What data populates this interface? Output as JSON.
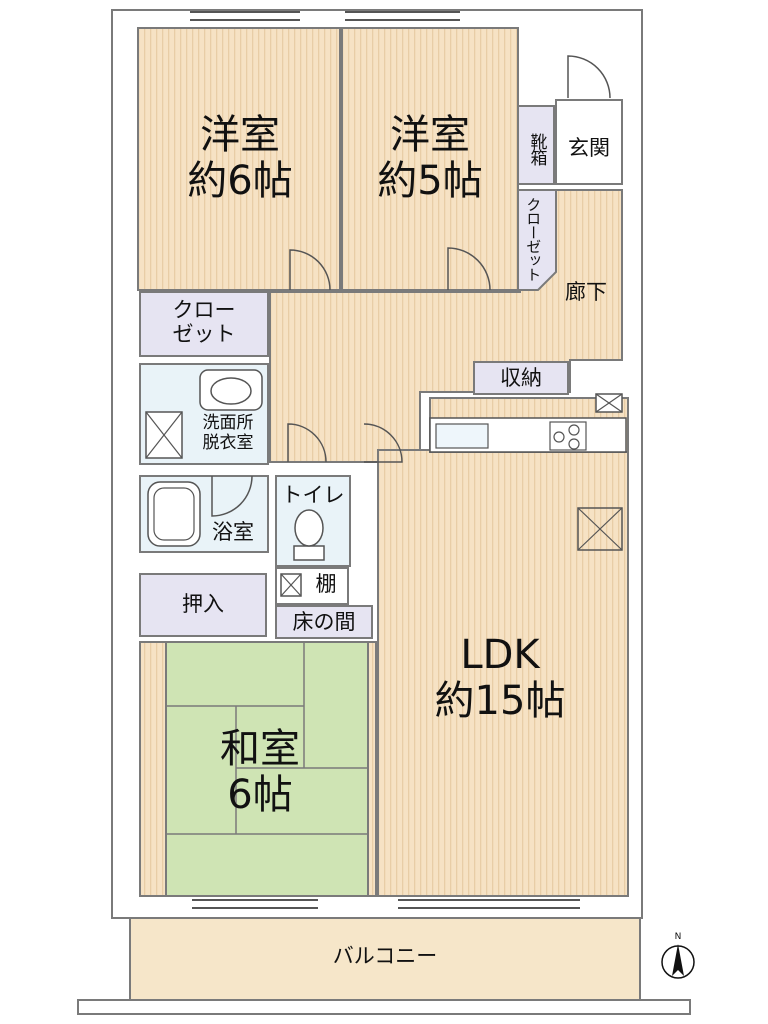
{
  "colors": {
    "wood": "#f6e2c4",
    "wood_stripe": "#e8cda6",
    "tatami": "#cfe4b4",
    "closet": "#e6e4f2",
    "wet": "#e9f3f8",
    "wall": "#7a7a7a",
    "balcony": "#f6e6c9"
  },
  "rooms": {
    "western1": "洋室\n約6帖",
    "western2": "洋室\n約5帖",
    "entrance": "玄関",
    "shoe_box": "靴箱",
    "closet_small": "クローゼット",
    "hallway": "廊下",
    "closet_large": "クロー\nゼット",
    "storage": "収納",
    "washroom": "洗面所\n脱衣室",
    "bathroom": "浴室",
    "toilet": "トイレ",
    "shelf": "棚",
    "oshiire": "押入",
    "tokonoma": "床の間",
    "ldk": "LDK\n約15帖",
    "japanese": "和室\n6帖",
    "balcony": "バルコニー"
  },
  "compass": {
    "label": "N",
    "icon": "north-arrow-icon"
  }
}
